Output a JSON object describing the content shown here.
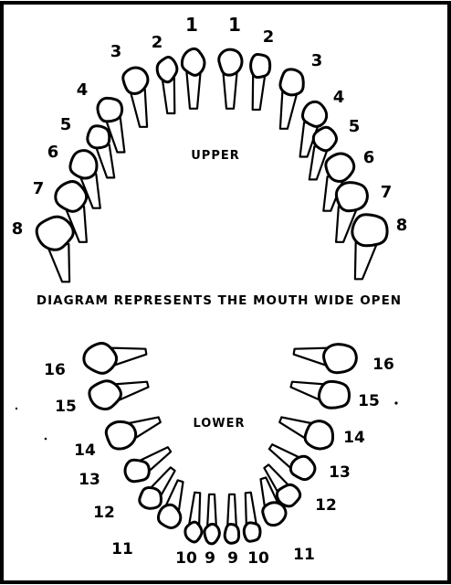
{
  "upper": {
    "label": "UPPER",
    "left_numbers": [
      "1",
      "2",
      "3",
      "4",
      "5",
      "6",
      "7",
      "8"
    ],
    "right_numbers": [
      "1",
      "2",
      "3",
      "4",
      "5",
      "6",
      "7",
      "8"
    ]
  },
  "caption": "DIAGRAM REPRESENTS THE MOUTH WIDE OPEN",
  "lower": {
    "label": "LOWER",
    "left_numbers": [
      "16",
      "15",
      "14",
      "13",
      "12",
      "11",
      "10",
      "9"
    ],
    "right_numbers": [
      "16",
      "15",
      "14",
      "13",
      "12",
      "11",
      "10",
      "9"
    ]
  }
}
